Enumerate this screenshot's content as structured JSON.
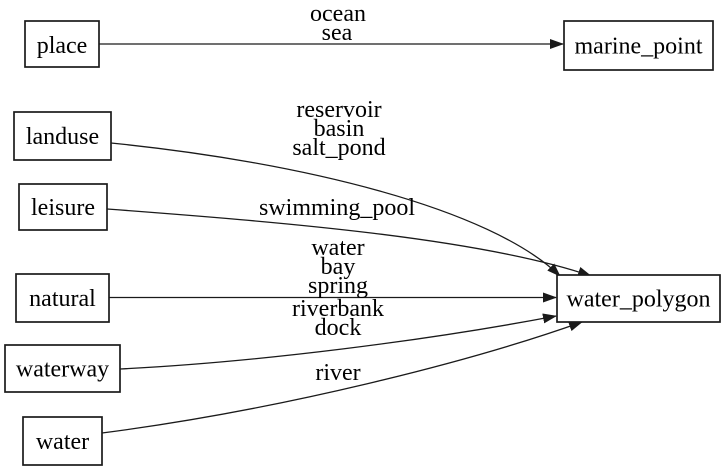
{
  "diagram": {
    "background_color": "#ffffff",
    "stroke_color": "#1a1a1a",
    "text_color": "#000000",
    "nodes": [
      {
        "id": "place",
        "label": "place"
      },
      {
        "id": "landuse",
        "label": "landuse"
      },
      {
        "id": "leisure",
        "label": "leisure"
      },
      {
        "id": "natural",
        "label": "natural"
      },
      {
        "id": "waterway",
        "label": "waterway"
      },
      {
        "id": "water",
        "label": "water"
      },
      {
        "id": "marine_point",
        "label": "marine_point"
      },
      {
        "id": "water_polygon",
        "label": "water_polygon"
      }
    ],
    "edges": [
      {
        "from": "place",
        "to": "marine_point",
        "label_lines": [
          "ocean",
          "sea"
        ]
      },
      {
        "from": "landuse",
        "to": "water_polygon",
        "label_lines": [
          "reservoir",
          "basin",
          "salt_pond"
        ]
      },
      {
        "from": "leisure",
        "to": "water_polygon",
        "label_lines": [
          "swimming_pool"
        ]
      },
      {
        "from": "natural",
        "to": "water_polygon",
        "label_lines": [
          "water",
          "bay",
          "spring"
        ]
      },
      {
        "from": "waterway",
        "to": "water_polygon",
        "label_lines": [
          "riverbank",
          "dock"
        ]
      },
      {
        "from": "water",
        "to": "water_polygon",
        "label_lines": [
          "river"
        ]
      }
    ]
  }
}
